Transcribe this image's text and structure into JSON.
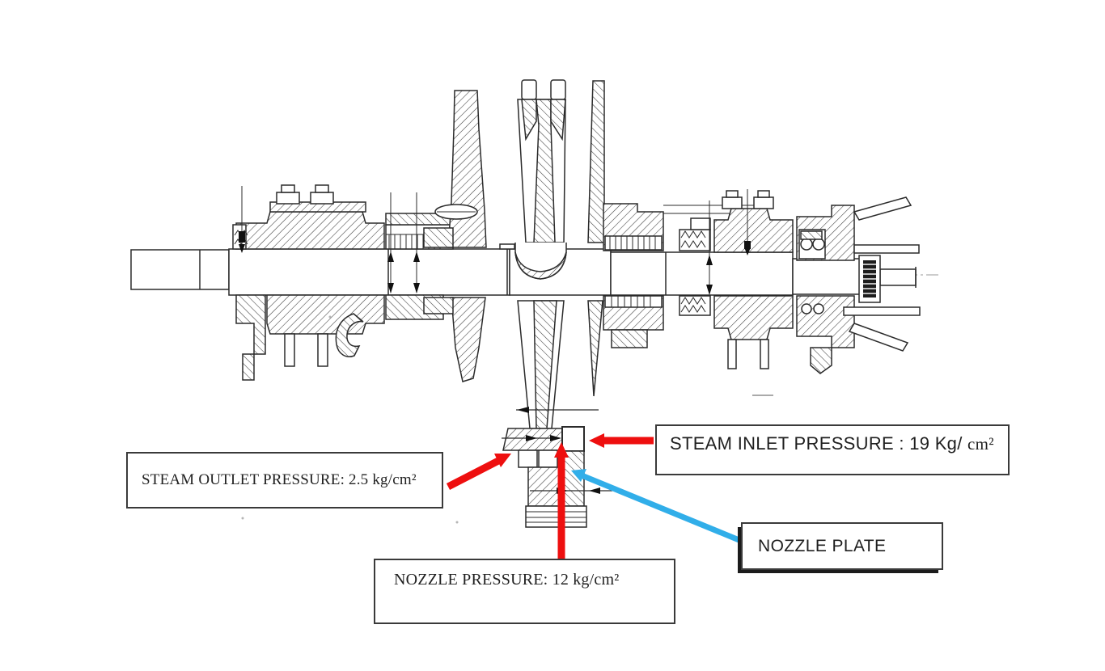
{
  "page": {
    "background": "#ffffff"
  },
  "callouts": {
    "steam_outlet": {
      "label": "STEAM OUTLET PRESSURE:  2.5 kg/cm²"
    },
    "steam_inlet": {
      "label": "STEAM INLET PRESSURE : 19 Kg/ ",
      "unit": "cm²"
    },
    "nozzle_plate": {
      "label": "NOZZLE PLATE"
    },
    "nozzle_pressure": {
      "label": "NOZZLE PRESSURE:  12 kg/cm²"
    }
  },
  "colors": {
    "arrow_red": "#ee0f0f",
    "arrow_blue": "#31aee9",
    "box_border": "#3a3a3a",
    "drawing_line": "#2b2b2b",
    "text": "#1f1f1f"
  }
}
